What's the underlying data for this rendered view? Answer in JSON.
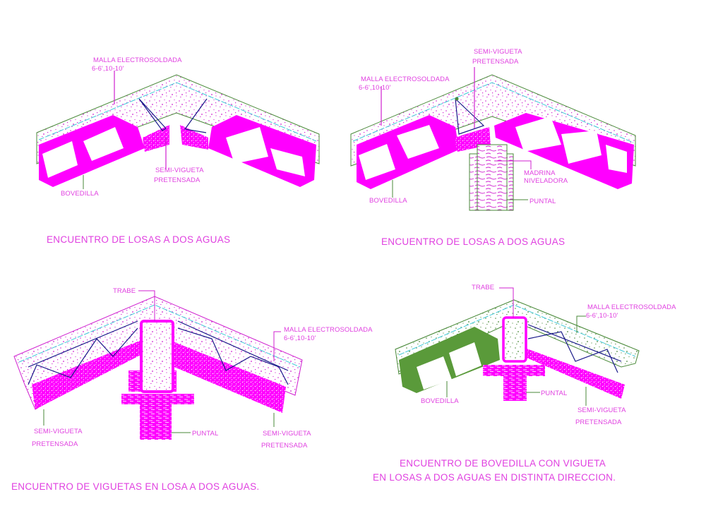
{
  "colors": {
    "magenta": "#ff00ff",
    "label": "#e040e0",
    "outline_green": "#4a8a3a",
    "bovedilla_green": "#5a9a3a",
    "mesh_cyan": "#40c8d8",
    "truss_blue": "#1a1a8a",
    "background": "#ffffff"
  },
  "details": [
    {
      "id": "detail-1",
      "title": "ENCUENTRO  DE  LOSAS A DOS AGUAS",
      "labels": {
        "malla_1": "MALLA ELECTROSOLDADA",
        "malla_2": "6-6',10-10'",
        "semi_1": "SEMI-VIGUETA",
        "semi_2": "PRETENSADA",
        "bovedilla": "BOVEDILLA"
      }
    },
    {
      "id": "detail-2",
      "title": "ENCUENTRO  DE  LOSAS A DOS AGUAS",
      "labels": {
        "semi_1": "SEMI-VIGUETA",
        "semi_2": "PRETENSADA",
        "malla_1": "MALLA ELECTROSOLDADA",
        "malla_2": "6-6',10-10'",
        "madrina_1": "MADRINA",
        "madrina_2": "NIVELADORA",
        "bovedilla": "BOVEDILLA",
        "puntal": "PUNTAL"
      }
    },
    {
      "id": "detail-3",
      "title": "ENCUENTRO DE   VIGUETAS EN  LOSA A DOS AGUAS.",
      "labels": {
        "trabe": "TRABE",
        "malla_1": "MALLA ELECTROSOLDADA",
        "malla_2": "6-6',10-10'",
        "semi_left_1": "SEMI-VIGUETA",
        "semi_left_2": "PRETENSADA",
        "semi_right_1": "SEMI-VIGUETA",
        "semi_right_2": "PRETENSADA",
        "puntal": "PUNTAL"
      }
    },
    {
      "id": "detail-4",
      "title_line1": "ENCUENTRO DE BOVEDILLA CON VIGUETA",
      "title_line2": "EN LOSAS A DOS AGUAS EN DISTINTA DIRECCION.",
      "labels": {
        "trabe": "TRABE",
        "malla_1": "MALLA ELECTROSOLDADA",
        "malla_2": "6-6',10-10'",
        "bovedilla": "BOVEDILLA",
        "puntal": "PUNTAL",
        "semi_1": "SEMI-VIGUETA",
        "semi_2": "PRETENSADA"
      }
    }
  ]
}
